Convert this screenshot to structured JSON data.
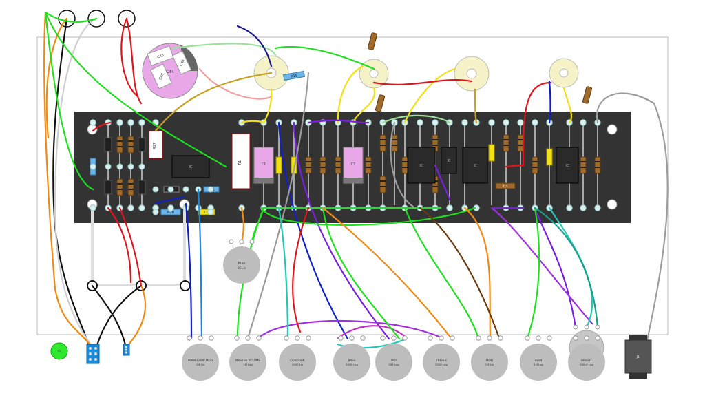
{
  "pots": [
    {
      "id": "powerampmod",
      "name": "POWERAMP MOD",
      "value": "1M Lin"
    },
    {
      "id": "mastervolume",
      "name": "MASTER VOLUME",
      "value": "1M Log"
    },
    {
      "id": "contour",
      "name": "CONTOUR",
      "value": "100K Lin"
    },
    {
      "id": "bass",
      "name": "BASS",
      "value": "250K Log"
    },
    {
      "id": "mid",
      "name": "MID",
      "value": "50K Log"
    },
    {
      "id": "treble",
      "name": "TREBLE",
      "value": "250K Log"
    },
    {
      "id": "mod",
      "name": "MOD",
      "value": "1M Lin"
    },
    {
      "id": "gain",
      "name": "GAIN",
      "value": "1M Log"
    },
    {
      "id": "bright",
      "name": "BRIGHT",
      "value": "500nF Log"
    }
  ],
  "bias_pot": {
    "name": "Bias",
    "value": "1K Lin"
  },
  "board_labels": {
    "filter_cap": "C44",
    "cap_a": "C45",
    "cap_b": "C46",
    "cap_c": "C48",
    "r_top": "R17",
    "r_blue_1": "R15",
    "r_blue_2": "R31",
    "r_blue_3": "R28",
    "r_tube": "R1",
    "ic_1": "IC",
    "ic_2": "IC",
    "ic_3": "IC",
    "ic_4": "IC",
    "cap_pink_1": "C1",
    "cap_pink_2": "C2",
    "c0": "C0",
    "d1": "D1",
    "jack": "J1",
    "led": "G"
  },
  "colors": {
    "board": "#333333",
    "chassis": "#b9b9b9",
    "pot": "#bdbdbd",
    "red": "#e0141c",
    "green": "#1ee01e",
    "blue": "#1020c8",
    "purple": "#7a1ee0",
    "orange": "#f08a14",
    "yellow": "#f0e014",
    "teal": "#22c8b4",
    "gray": "#9c9c9c",
    "brown": "#6a3a10",
    "mustard": "#c8a020",
    "black": "#111111",
    "pink_cap": "#e8a8e8"
  }
}
